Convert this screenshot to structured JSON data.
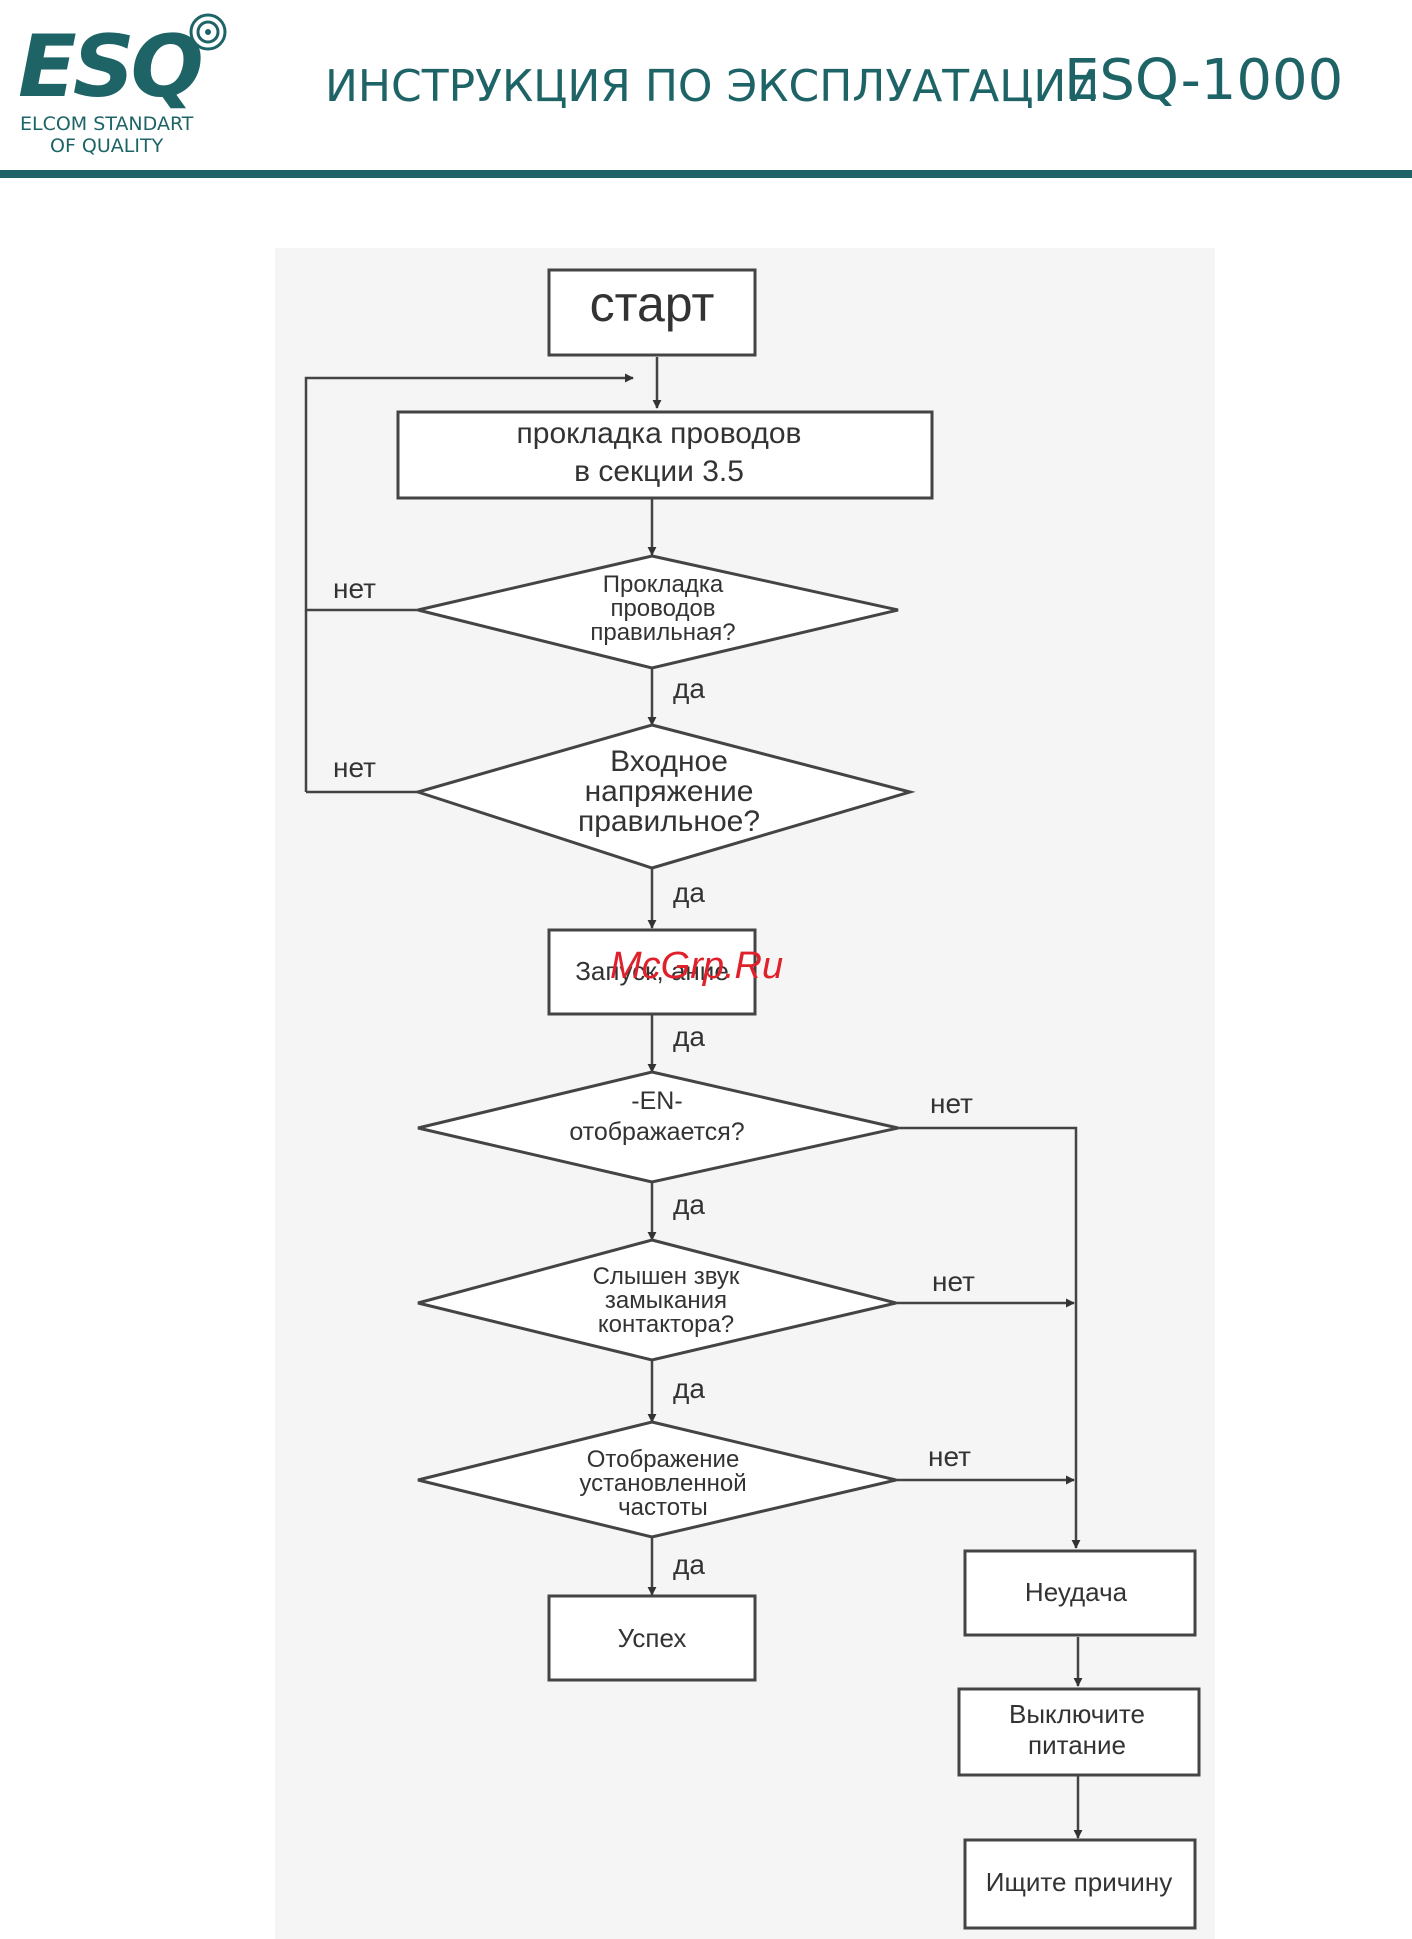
{
  "header": {
    "logo_word": "ESQ",
    "logo_line1": "ELCOM STANDART",
    "logo_line2": "OF QUALITY",
    "title": "ИНСТРУКЦИЯ ПО ЭКСПЛУАТАЦИИ",
    "model": "ESQ-1000"
  },
  "colors": {
    "brand": "#1e6467",
    "diagram_lines": "#444444",
    "watermark": "#e0202a"
  },
  "watermark": "McGrp.Ru",
  "nodes": {
    "start": "старт",
    "wiring_1": "прокладка проводов",
    "wiring_2": "в секции 3.5",
    "check_wiring_1": "Прокладка",
    "check_wiring_2": "проводов",
    "check_wiring_3": "правильная?",
    "check_voltage_1": "Входное",
    "check_voltage_2": "напряжение",
    "check_voltage_3": "правильное?",
    "start_up": "Запуск, ание",
    "check_en_1": "-EN-",
    "check_en_2": "отображается?",
    "check_contactor_1": "Слышен звук",
    "check_contactor_2": "замыкания",
    "check_contactor_3": "контактора?",
    "check_freq_1": "Отображение",
    "check_freq_2": "установленной",
    "check_freq_3": "частоты",
    "success": "Успех",
    "failure": "Неудача",
    "power_off_1": "Выключите",
    "power_off_2": "питание",
    "find_cause": "Ищите причину"
  },
  "edges": {
    "yes": "да",
    "no": "нет"
  }
}
